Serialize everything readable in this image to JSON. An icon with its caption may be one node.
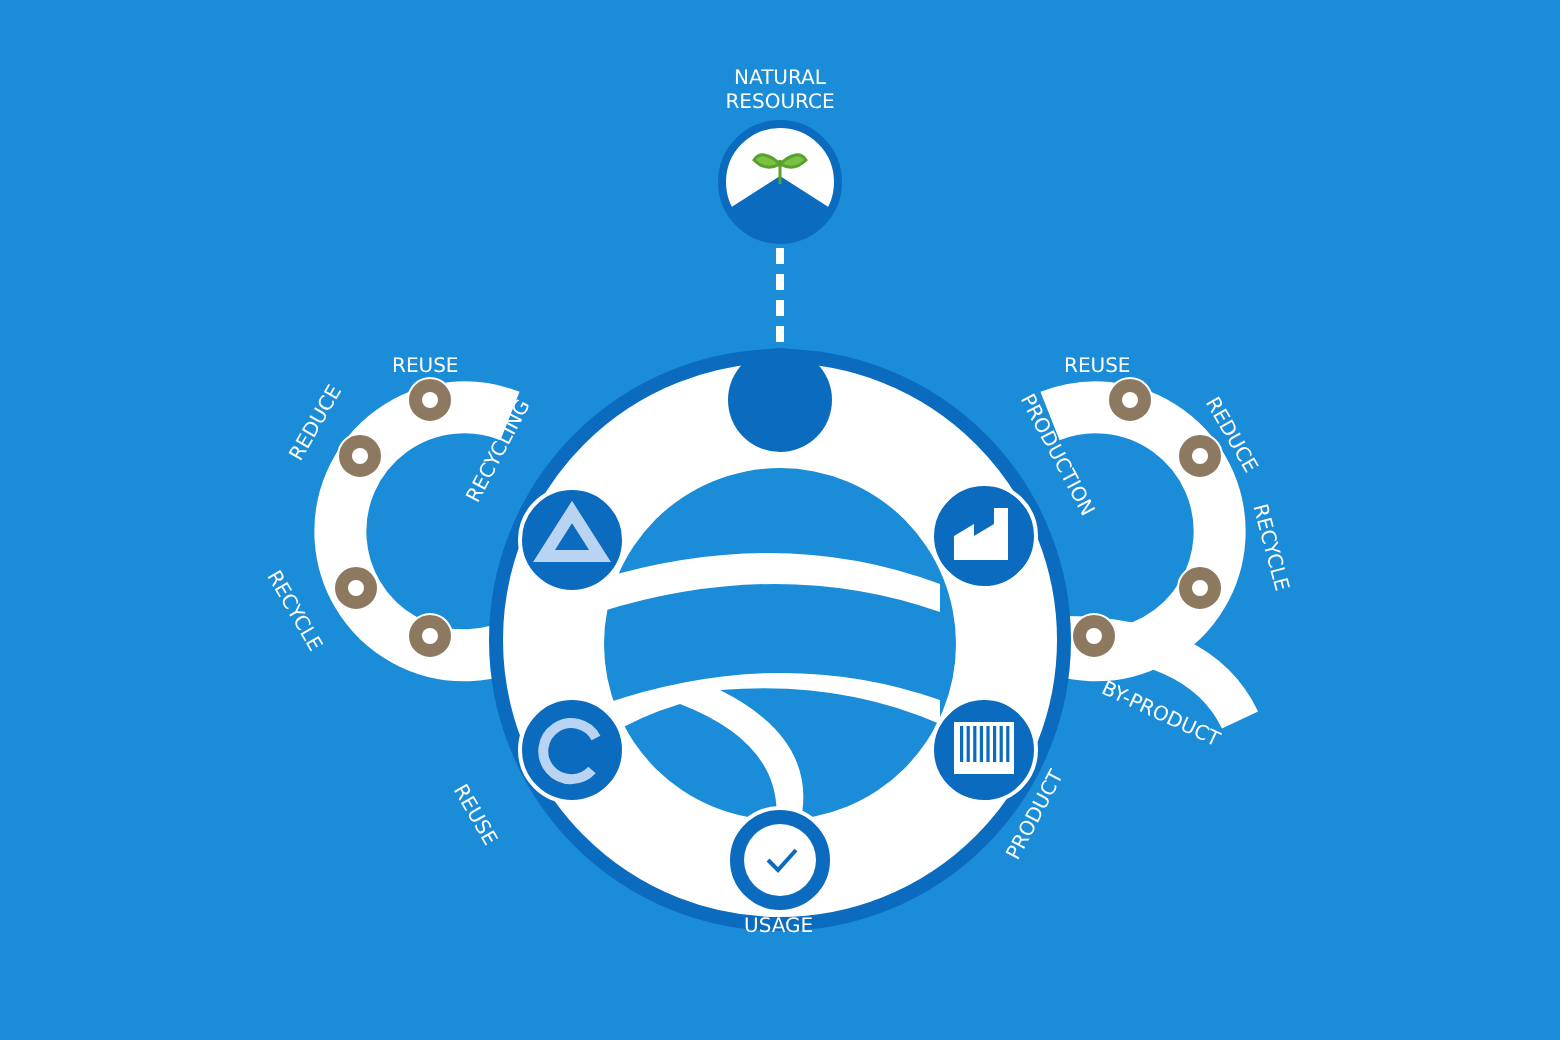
{
  "diagram": {
    "nodes": [
      {
        "text": [
          "NATURAL RESOURCE"
        ]
      },
      {
        "text": [],
        "shape": "circle"
      }
    ],
    "edges": [
      {
        "from": 0,
        "to": 1,
        "arrow": "none",
        "style": "dashed"
      }
    ],
    "labels": [
      "REUSE",
      "REUSE",
      "REDUCE",
      "REDUCE",
      "RECYCLING",
      "PRODUCTION",
      "RECYCLE",
      "RECYCLE",
      "BY-PRODUCT",
      "REUSE",
      "PRODUCT",
      "USAGE"
    ]
  }
}
